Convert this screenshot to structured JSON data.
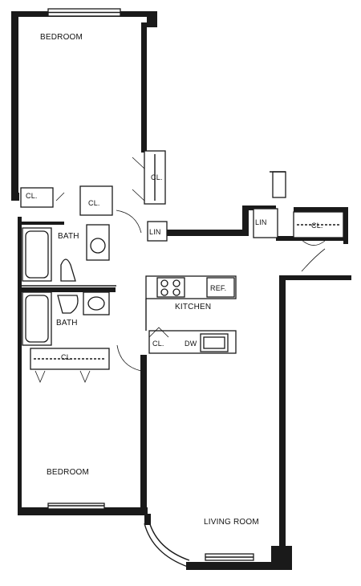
{
  "rooms": {
    "bedroom_top": "BEDROOM",
    "bedroom_bottom": "BEDROOM",
    "bath_upper": "BATH",
    "bath_lower": "BATH",
    "kitchen": "KITCHEN",
    "living_room": "LIVING ROOM"
  },
  "fixtures": {
    "closet_bedroom_top": "CL.",
    "closet_left_small": "CL.",
    "closet_center": "CL.",
    "linen_left": "LIN",
    "linen_right": "LIN",
    "closet_hall_right": "CL.",
    "closet_bedroom_bottom": "CL.",
    "kitchen_closet": "CL.",
    "refrigerator": "REF.",
    "dishwasher": "DW"
  }
}
